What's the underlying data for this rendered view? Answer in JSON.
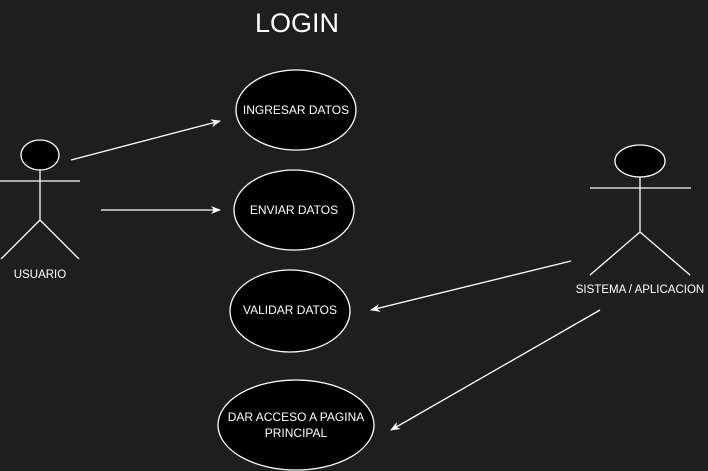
{
  "diagram": {
    "title": "LOGIN",
    "actors": [
      {
        "id": "usuario",
        "label": "USUARIO"
      },
      {
        "id": "sistema",
        "label": "SISTEMA / APLICACION"
      }
    ],
    "use_cases": [
      {
        "id": "uc1",
        "lines": [
          "INGRESAR DATOS"
        ]
      },
      {
        "id": "uc2",
        "lines": [
          "ENVIAR DATOS"
        ]
      },
      {
        "id": "uc3",
        "lines": [
          "VALIDAR DATOS"
        ]
      },
      {
        "id": "uc4",
        "lines": [
          "DAR ACCESO A PAGINA",
          "PRINCIPAL"
        ]
      }
    ],
    "connections": [
      {
        "from": "usuario",
        "to": "uc1"
      },
      {
        "from": "usuario",
        "to": "uc2"
      },
      {
        "from": "sistema",
        "to": "uc3"
      },
      {
        "from": "sistema",
        "to": "uc4"
      }
    ],
    "colors": {
      "background": "#1e1e1e",
      "ellipse_fill": "#000000",
      "stroke": "#ffffff",
      "text": "#ffffff"
    }
  }
}
